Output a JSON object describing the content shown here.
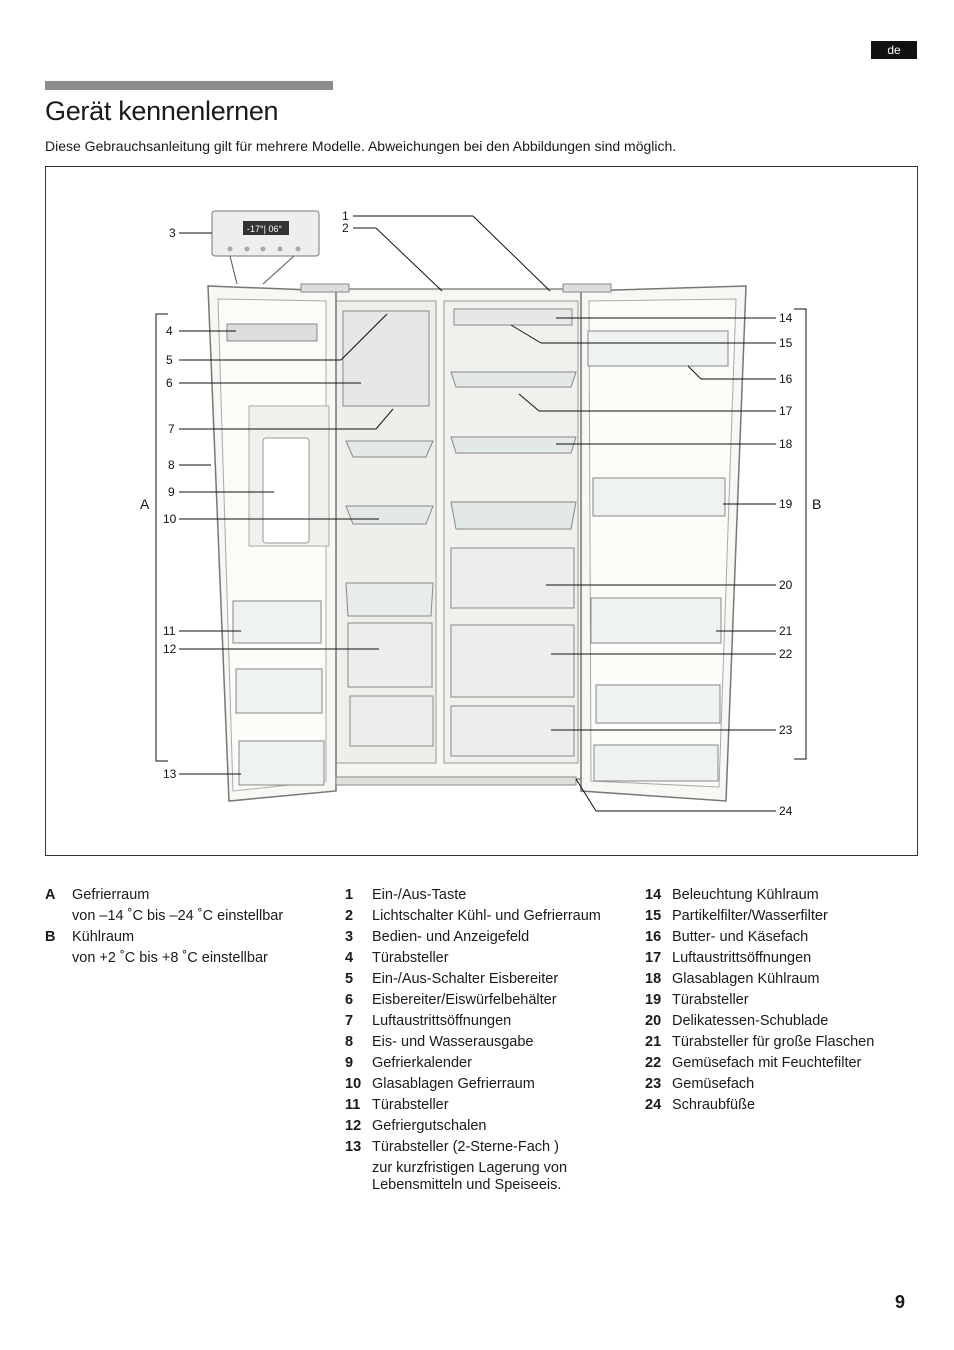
{
  "header": {
    "lang": "de"
  },
  "title": "Gerät kennenlernen",
  "intro": "Diese Gebrauchsanleitung gilt für mehrere Modelle. Abweichungen bei den Abbildungen sind möglich.",
  "figure": {
    "callouts_left": [
      "3",
      "4",
      "5",
      "6",
      "7",
      "8",
      "9",
      "10",
      "11",
      "12",
      "13"
    ],
    "callouts_top": [
      "1",
      "2"
    ],
    "callouts_right": [
      "14",
      "15",
      "16",
      "17",
      "18",
      "19",
      "20",
      "21",
      "22",
      "23",
      "24"
    ],
    "section_a": "A",
    "section_b": "B",
    "display_text": "-17°| 06°"
  },
  "sections": [
    {
      "key": "A",
      "name": "Gefrierraum",
      "detail": "von –14 ˚C bis –24 ˚C einstellbar"
    },
    {
      "key": "B",
      "name": "Kühlraum",
      "detail": "von +2 ˚C bis +8 ˚C einstellbar"
    }
  ],
  "legend_mid": [
    {
      "n": "1",
      "text": "Ein-/Aus-Taste"
    },
    {
      "n": "2",
      "text": "Lichtschalter Kühl- und Gefrierraum"
    },
    {
      "n": "3",
      "text": "Bedien- und Anzeigefeld"
    },
    {
      "n": "4",
      "text": "Türabsteller"
    },
    {
      "n": "5",
      "text": "Ein-/Aus-Schalter Eisbereiter"
    },
    {
      "n": "6",
      "text": "Eisbereiter/Eiswürfelbehälter"
    },
    {
      "n": "7",
      "text": "Luftaustrittsöffnungen"
    },
    {
      "n": "8",
      "text": "Eis- und Wasserausgabe"
    },
    {
      "n": "9",
      "text": "Gefrierkalender"
    },
    {
      "n": "10",
      "text": "Glasablagen Gefrierraum"
    },
    {
      "n": "11",
      "text": "Türabsteller"
    },
    {
      "n": "12",
      "text": "Gefriergutschalen"
    },
    {
      "n": "13",
      "text": "Türabsteller (2-Sterne-Fach )"
    }
  ],
  "legend_mid_note": "zur kurzfristigen Lagerung von Lebensmitteln und Speiseeis.",
  "legend_right": [
    {
      "n": "14",
      "text": "Beleuchtung Kühlraum"
    },
    {
      "n": "15",
      "text": "Partikelfilter/Wasserfilter"
    },
    {
      "n": "16",
      "text": "Butter- und Käsefach"
    },
    {
      "n": "17",
      "text": "Luftaustrittsöffnungen"
    },
    {
      "n": "18",
      "text": "Glasablagen Kühlraum"
    },
    {
      "n": "19",
      "text": "Türabsteller"
    },
    {
      "n": "20",
      "text": "Delikatessen-Schublade"
    },
    {
      "n": "21",
      "text": "Türabsteller für große Flaschen"
    },
    {
      "n": "22",
      "text": "Gemüsefach mit Feuchtefilter"
    },
    {
      "n": "23",
      "text": "Gemüsefach"
    },
    {
      "n": "24",
      "text": "Schraubfüße"
    }
  ],
  "page_number": "9"
}
